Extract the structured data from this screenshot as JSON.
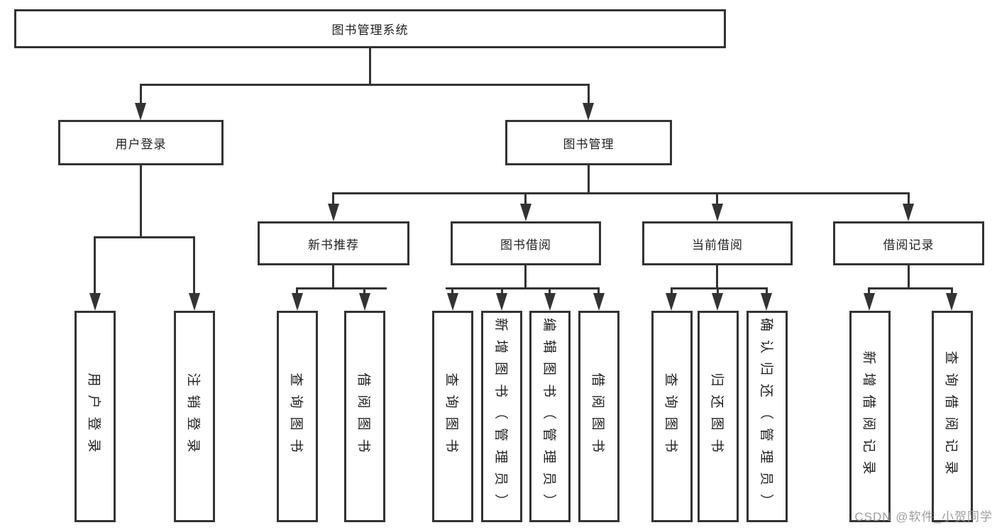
{
  "colors": {
    "line": "#333333",
    "box_border": "#333333",
    "text": "#1f1f1f",
    "background": "#ffffff",
    "watermark": "#969696"
  },
  "watermark": "CSDN @软件_小贺同学",
  "tree": {
    "root": "图书管理系统",
    "user_login": {
      "label": "用户登录",
      "leaves": [
        "用户登录",
        "注销登录"
      ]
    },
    "book_management": {
      "label": "图书管理",
      "sections": [
        {
          "label": "新书推荐",
          "leaves": [
            "查询图书",
            "借阅图书"
          ]
        },
        {
          "label": "图书借阅",
          "leaves": [
            "查询图书",
            "新增图书（管理员）",
            "编辑图书（管理员）",
            "借阅图书"
          ]
        },
        {
          "label": "当前借阅",
          "leaves": [
            "查询图书",
            "归还图书",
            "确认归还（管理员）"
          ]
        },
        {
          "label": "借阅记录",
          "leaves": [
            "新增借阅记录",
            "查询借阅记录"
          ]
        }
      ]
    }
  }
}
